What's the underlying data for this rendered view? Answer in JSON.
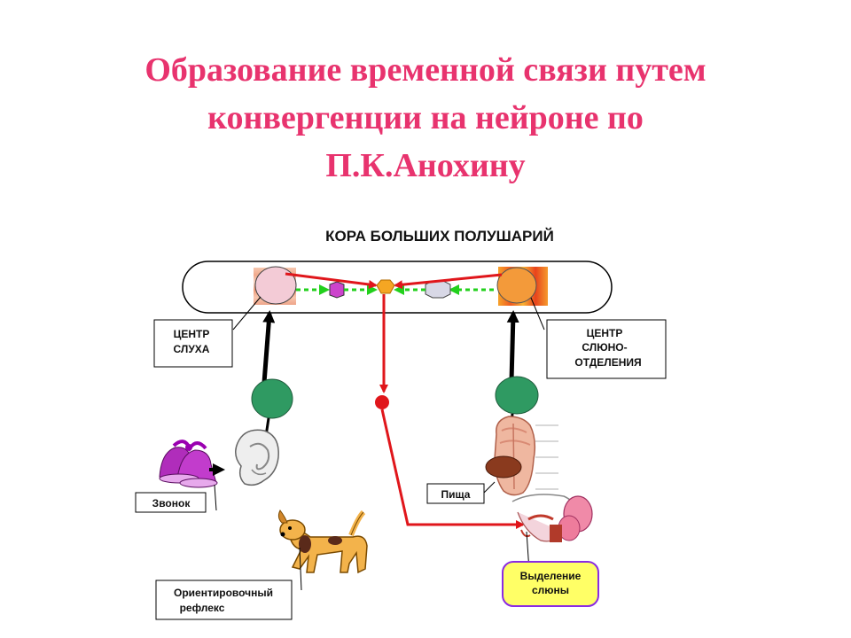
{
  "title": {
    "line1": "Образование временной связи путем",
    "line2": "конвергенции на нейроне по",
    "line3": "П.К.Анохину"
  },
  "diagram": {
    "cortex_label": "КОРА БОЛЬШИХ ПОЛУШАРИЙ",
    "hearing_center": {
      "line1": "ЦЕНТР",
      "line2": "СЛУХА"
    },
    "salivation_center": {
      "line1": "ЦЕНТР",
      "line2": "СЛЮНО-",
      "line3": "ОТДЕЛЕНИЯ"
    },
    "bell_label": "Звонок",
    "food_label": "Пища",
    "reflex_label": {
      "line1": "Ориентировочный",
      "line2": "рефлекс"
    },
    "saliva_label": {
      "line1": "Выделение",
      "line2": "слюны"
    }
  },
  "colors": {
    "title": "#e8336e",
    "pathway_red": "#e0161b",
    "pathway_green": "#22d01c",
    "neuron_green": "#2f9a62",
    "callout_yellow": "#ffff66",
    "callout_border": "#8a2be2"
  },
  "icons": [
    "bell-icon",
    "ear-icon",
    "dog-icon",
    "tongue-icon",
    "salivary-gland-icon"
  ]
}
